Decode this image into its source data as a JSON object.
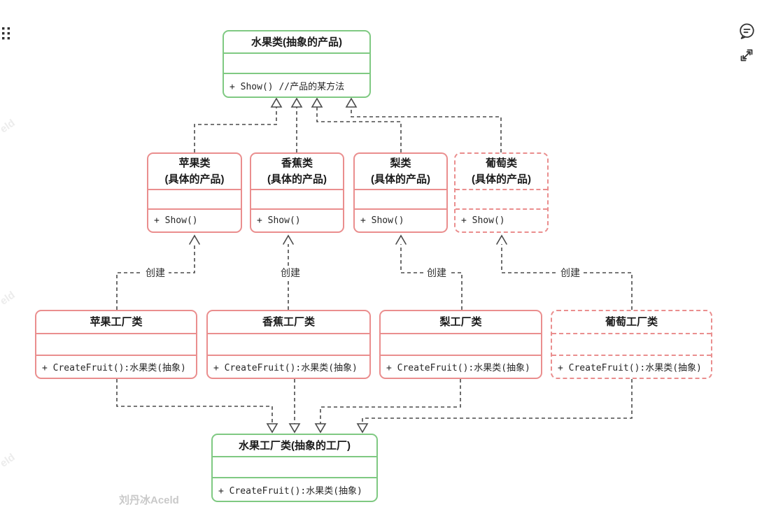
{
  "page": {
    "background": "#ffffff"
  },
  "toolbar": {
    "drag_handle_icon": "drag-handle-dots",
    "comment_icon": "comment-bubble",
    "expand_icon": "expand-fullscreen"
  },
  "colors": {
    "abstract_border_green": "#7fc982",
    "concrete_border_red": "#ea8e8e",
    "connector_gray": "#4a4a4a",
    "watermark_gray": "#c9c9c9"
  },
  "diagram": {
    "create_label": "创建",
    "classes": [
      {
        "name": "fruit-product-abstract",
        "title": "水果类(抽象的产品)",
        "title2": "",
        "method": "+ Show() //产品的某方法",
        "style": "green-solid"
      },
      {
        "name": "apple-product",
        "title": "苹果类",
        "title2": "(具体的产品)",
        "method": "+ Show()",
        "style": "red-solid"
      },
      {
        "name": "banana-product",
        "title": "香蕉类",
        "title2": "(具体的产品)",
        "method": "+ Show()",
        "style": "red-solid"
      },
      {
        "name": "pear-product",
        "title": "梨类",
        "title2": "(具体的产品)",
        "method": "+ Show()",
        "style": "red-solid"
      },
      {
        "name": "grape-product",
        "title": "葡萄类",
        "title2": "(具体的产品)",
        "method": "+ Show()",
        "style": "red-dashed"
      },
      {
        "name": "apple-factory",
        "title": "苹果工厂类",
        "title2": "",
        "method": "+ CreateFruit():水果类(抽象)",
        "style": "red-solid"
      },
      {
        "name": "banana-factory",
        "title": "香蕉工厂类",
        "title2": "",
        "method": "+ CreateFruit():水果类(抽象)",
        "style": "red-solid"
      },
      {
        "name": "pear-factory",
        "title": "梨工厂类",
        "title2": "",
        "method": "+ CreateFruit():水果类(抽象)",
        "style": "red-solid"
      },
      {
        "name": "grape-factory",
        "title": "葡萄工厂类",
        "title2": "",
        "method": "+ CreateFruit():水果类(抽象)",
        "style": "red-dashed"
      },
      {
        "name": "fruit-factory-abstract",
        "title": "水果工厂类(抽象的工厂)",
        "title2": "",
        "method": "+ CreateFruit():水果类(抽象)",
        "style": "green-solid"
      }
    ],
    "edges": [
      {
        "from": "苹果类",
        "to": "水果类(抽象的产品)",
        "type": "implements (dashed, hollow triangle)",
        "label": ""
      },
      {
        "from": "香蕉类",
        "to": "水果类(抽象的产品)",
        "type": "implements (dashed, hollow triangle)",
        "label": ""
      },
      {
        "from": "梨类",
        "to": "水果类(抽象的产品)",
        "type": "implements (dashed, hollow triangle)",
        "label": ""
      },
      {
        "from": "葡萄类",
        "to": "水果类(抽象的产品)",
        "type": "implements (dashed, hollow triangle)",
        "label": ""
      },
      {
        "from": "苹果工厂类",
        "to": "苹果类",
        "type": "dependency (dashed, open arrow)",
        "label": "创建"
      },
      {
        "from": "香蕉工厂类",
        "to": "香蕉类",
        "type": "dependency (dashed, open arrow)",
        "label": "创建"
      },
      {
        "from": "梨工厂类",
        "to": "梨类",
        "type": "dependency (dashed, open arrow)",
        "label": "创建"
      },
      {
        "from": "葡萄工厂类",
        "to": "葡萄类",
        "type": "dependency (dashed, open arrow)",
        "label": "创建"
      },
      {
        "from": "苹果工厂类",
        "to": "水果工厂类(抽象的工厂)",
        "type": "implements (dashed, hollow triangle)",
        "label": ""
      },
      {
        "from": "香蕉工厂类",
        "to": "水果工厂类(抽象的工厂)",
        "type": "implements (dashed, hollow triangle)",
        "label": ""
      },
      {
        "from": "梨工厂类",
        "to": "水果工厂类(抽象的工厂)",
        "type": "implements (dashed, hollow triangle)",
        "label": ""
      },
      {
        "from": "葡萄工厂类",
        "to": "水果工厂类(抽象的工厂)",
        "type": "implements (dashed, hollow triangle)",
        "label": ""
      }
    ]
  },
  "watermark": {
    "full": "刘丹冰Aceld",
    "fragment": "eld"
  }
}
